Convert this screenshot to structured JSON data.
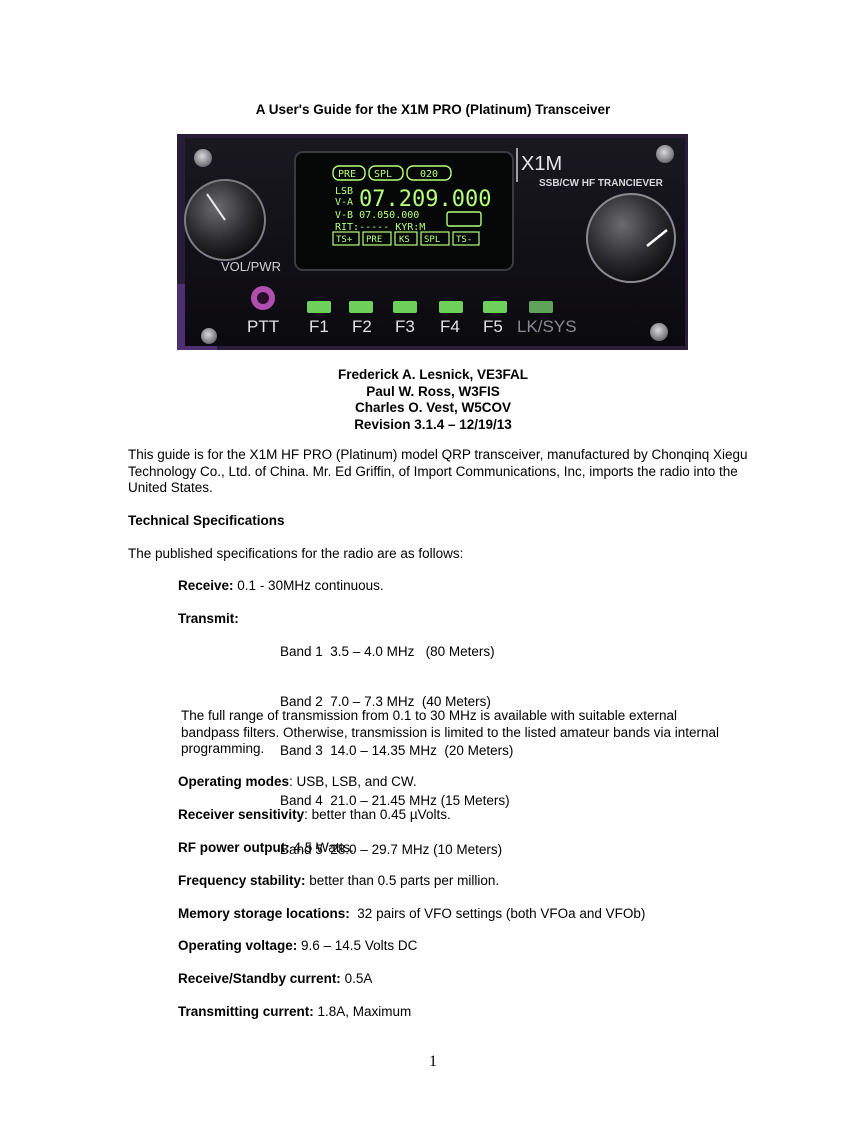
{
  "header": {
    "title": "A User's Guide for the X1M PRO (Platinum) Transceiver"
  },
  "photo": {
    "brand": "X1M",
    "subtitle": "SSB/CW HF TRANCIEVER",
    "knob_label": "VOL/PWR",
    "ptt_label": "PTT",
    "keys": [
      "F1",
      "F2",
      "F3",
      "F4",
      "F5",
      "LK/SYS"
    ],
    "display": {
      "row1": [
        "PRE",
        "SPL",
        "020"
      ],
      "mode": "LSB",
      "vfo_a_label": "V-A",
      "freq": "07.209.000",
      "vfo_b": "V-B 07.050.000",
      "rit": "RIT:----- KYR:M",
      "softkeys": [
        "TS+",
        "PRE",
        "KS",
        "SPL",
        "TS-"
      ]
    }
  },
  "authors": [
    "Frederick A. Lesnick, VE3FAL",
    "Paul W. Ross, W3FIS",
    "Charles O. Vest, W5COV",
    "Revision 3.1.4 – 12/19/13"
  ],
  "intro": "This guide is for the X1M HF PRO (Platinum) model QRP transceiver, manufactured by Chonqinq Xiegu Technology Co., Ltd. of China. Mr. Ed Griffin, of Import Communications, Inc, imports the radio into the United States.",
  "section_heading": "Technical Specifications",
  "spec_intro": "The published specifications for the radio are as follows:",
  "receive": {
    "label": "Receive:",
    "value": " 0.1 - 30MHz continuous."
  },
  "transmit": {
    "label": "Transmit:",
    "bands": [
      "Band 1  3.5 – 4.0 MHz   (80 Meters)",
      "Band 2  7.0 – 7.3 MHz  (40 Meters)",
      "Band 3  14.0 – 14.35 MHz  (20 Meters)",
      "Band 4  21.0 – 21.45 MHz (15 Meters)",
      "Band 5  28.0 – 29.7 MHz (10 Meters)"
    ]
  },
  "range_note": "The full range of transmission from 0.1 to 30 MHz is available with suitable external bandpass filters. Otherwise, transmission is limited to the listed amateur bands via internal programming.",
  "specs": [
    {
      "label": "Operating modes",
      "value": ": USB, LSB, and CW."
    },
    {
      "label": "Receiver sensitivity",
      "value": ": better than 0.45 µVolts."
    },
    {
      "label": "RF power output:",
      "value": " 4.5 Watts."
    },
    {
      "label": "Frequency stability:",
      "value": " better than 0.5 parts per million."
    },
    {
      "label": "Memory storage locations:",
      "value": "  32 pairs of VFO settings (both VFOa and VFOb)"
    },
    {
      "label": "Operating voltage:",
      "value": " 9.6 – 14.5 Volts DC"
    },
    {
      "label": "Receive/Standby current:",
      "value": " 0.5A"
    },
    {
      "label": "Transmitting current:",
      "value": " 1.8A, Maximum"
    }
  ],
  "footer": {
    "page_number": "1"
  }
}
